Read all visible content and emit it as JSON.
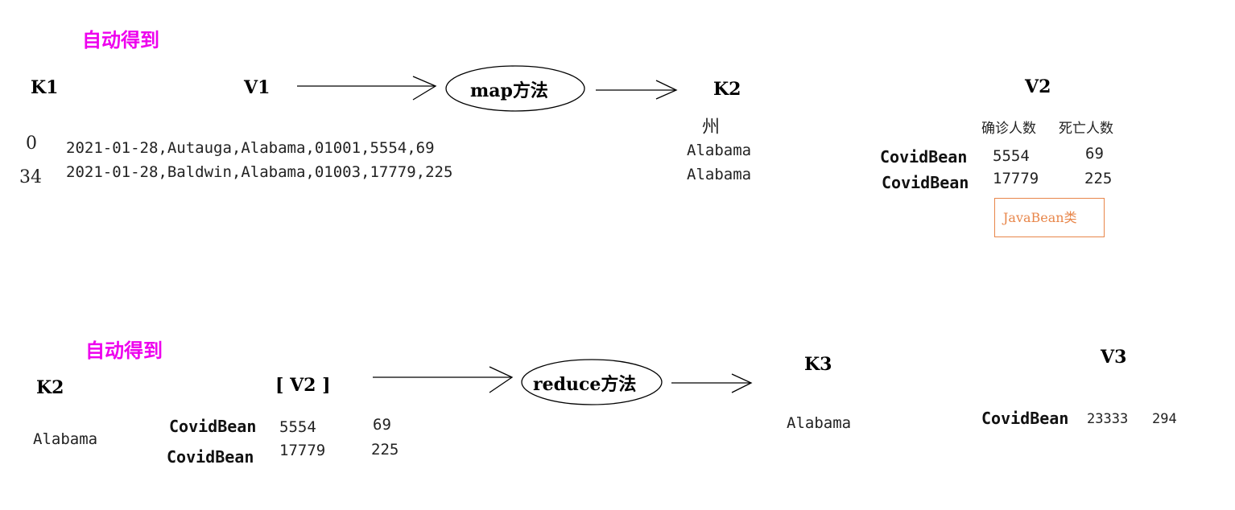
{
  "top": {
    "auto_label": "自动得到",
    "k1": "K1",
    "v1": "V1",
    "map_method": "map方法",
    "k2": "K2",
    "v2": "V2",
    "k1_values": [
      "0",
      "34"
    ],
    "v1_lines": [
      "2021-01-28,Autauga,Alabama,01001,5554,69",
      "2021-01-28,Baldwin,Alabama,01003,17779,225"
    ],
    "state_header": "州",
    "k2_values": [
      "Alabama",
      "Alabama"
    ],
    "confirmed_header": "确诊人数",
    "deaths_header": "死亡人数",
    "bean_rows": [
      {
        "bean": "CovidBean",
        "confirmed": "5554",
        "deaths": "69"
      },
      {
        "bean": "CovidBean",
        "confirmed": "17779",
        "deaths": "225"
      }
    ],
    "javabean_label": "JavaBean类"
  },
  "bottom": {
    "auto_label": "自动得到",
    "k2": "K2",
    "v2_list": "[ V2 ]",
    "reduce_method": "reduce方法",
    "k3": "K3",
    "v3": "V3",
    "k2_value": "Alabama",
    "bean_rows": [
      {
        "bean": "CovidBean",
        "confirmed": "5554",
        "deaths": "69"
      },
      {
        "bean": "CovidBean",
        "confirmed": "17779",
        "deaths": "225"
      }
    ],
    "k3_value": "Alabama",
    "v3_row": {
      "bean": "CovidBean",
      "confirmed": "23333",
      "deaths": "294"
    }
  },
  "colors": {
    "auto_label": "#ee00ee",
    "javabean_box": "#e8864a"
  }
}
